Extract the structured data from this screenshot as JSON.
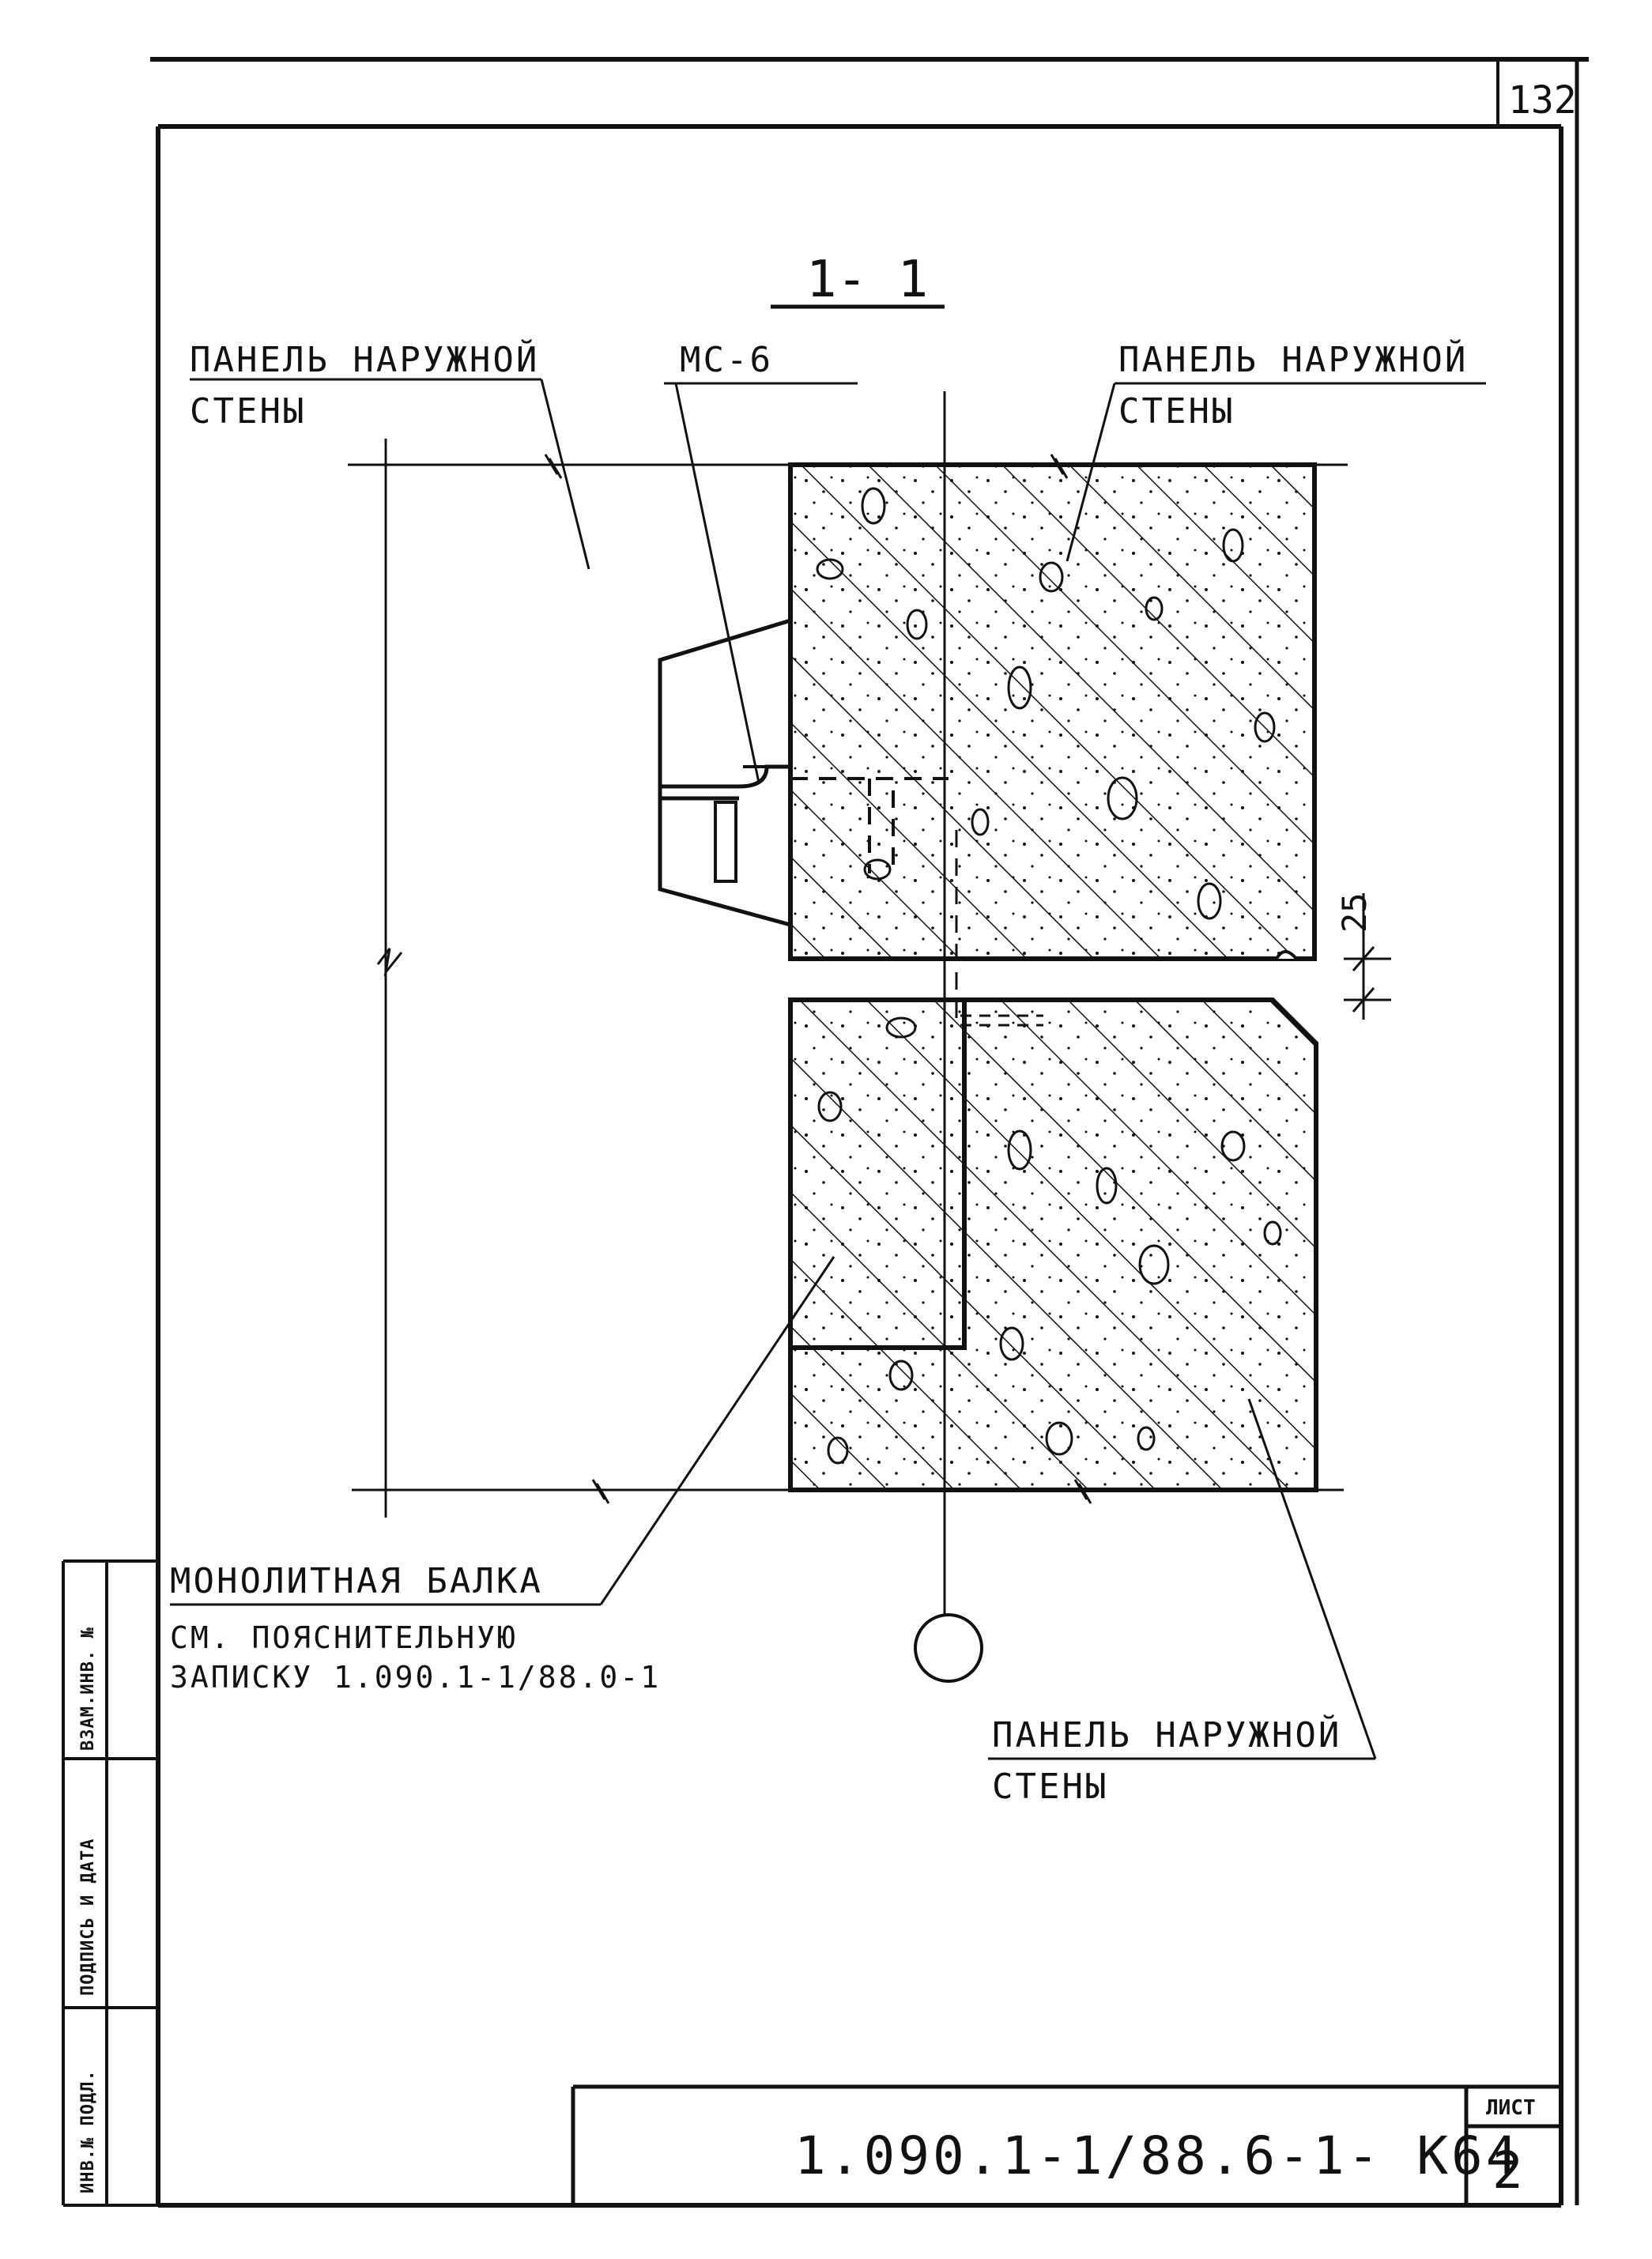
{
  "sheet": {
    "page_number": "132",
    "section_title": "1- 1",
    "doc_code": "1.090.1-1/88.6-1- K64",
    "sheet_label": "ЛИСТ",
    "sheet_number": "2"
  },
  "labels": {
    "panel_left_line1": "ПАНЕЛЬ НАРУЖНОЙ",
    "panel_left_line2": "СТЕНЫ",
    "connector": "МС-6",
    "panel_right_line1": "ПАНЕЛЬ НАРУЖНОЙ",
    "panel_right_line2": "СТЕНЫ",
    "beam_line1": "МОНОЛИТНАЯ БАЛКА",
    "beam_line2": "СМ. ПОЯСНИТЕЛЬНУЮ",
    "beam_line3": "ЗАПИСКУ 1.090.1-1/88.0-1",
    "panel_bottom_line1": "ПАНЕЛЬ НАРУЖНОЙ",
    "panel_bottom_line2": "СТЕНЫ",
    "dimension": "25"
  },
  "side_stamp": {
    "inv_replace": "ВЗАМ.ИНВ. №",
    "sign_date": "ПОДПИСЬ И ДАТА",
    "inv_orig": "ИНВ.№ ПОДЛ."
  },
  "colors": {
    "ink": "#111111",
    "paper": "#ffffff"
  }
}
